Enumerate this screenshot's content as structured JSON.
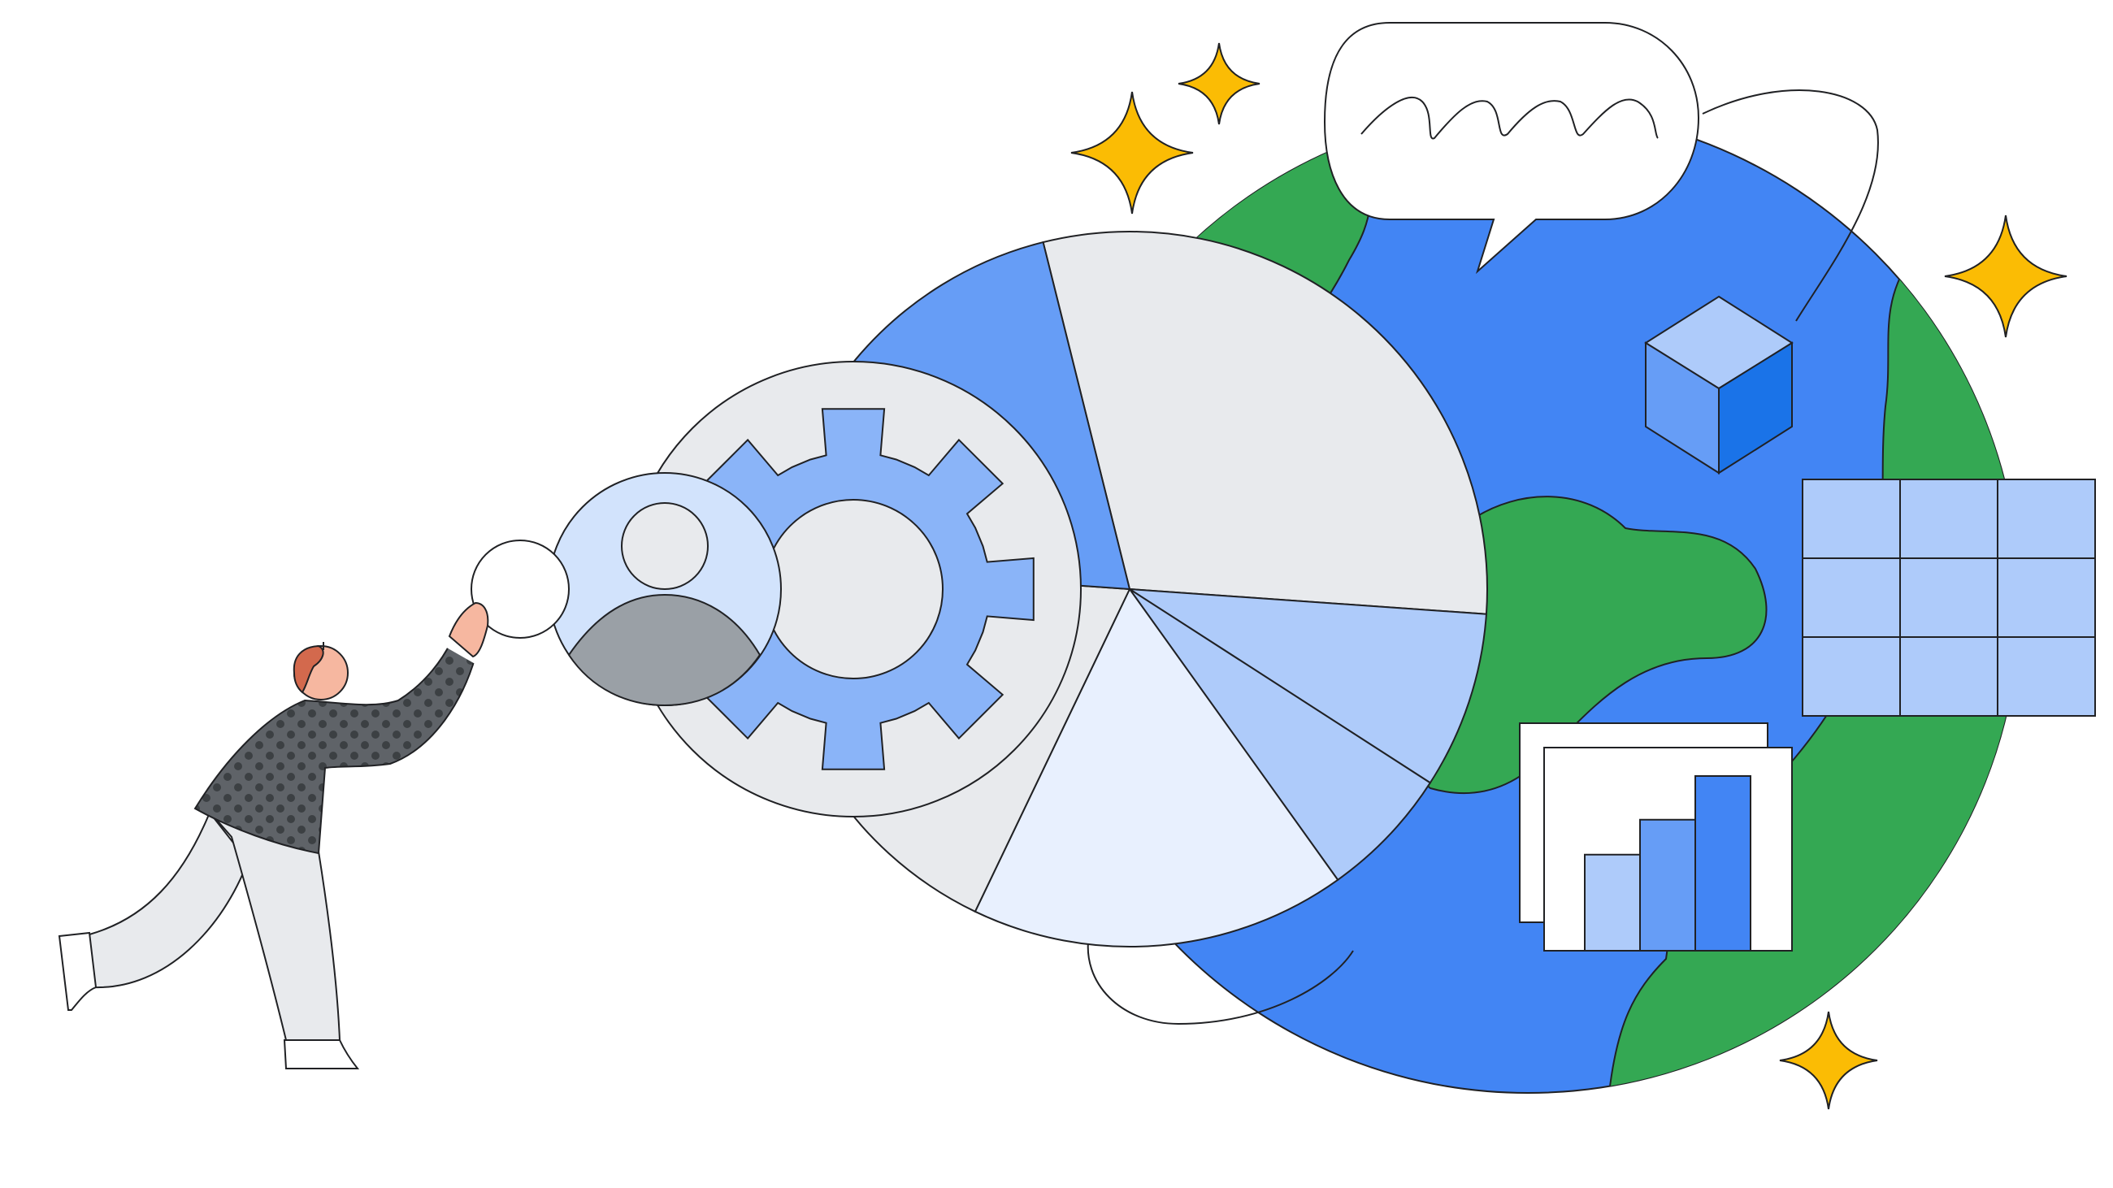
{
  "palette": {
    "outline": "#202124",
    "globe_blue": "#4285f4",
    "land_green": "#34a853",
    "star_yellow": "#fbbc04",
    "pale_blue": "#aecbfa",
    "mid_blue": "#669df6",
    "light_blue": "#8ab4f8",
    "deep_blue": "#1a73e8",
    "very_light_blue": "#e8f0fe",
    "soft_blue": "#d2e3fc",
    "light_gray": "#e8eaed",
    "mid_gray": "#9aa0a6",
    "dark_gray": "#5f6368",
    "skin": "#f6b7a0",
    "hair": "#d3694d",
    "white": "#ffffff"
  },
  "icons": [
    "globe-icon",
    "speech-bubble-icon",
    "sparkle-icon",
    "cube-icon",
    "grid-panel-icon",
    "bar-chart-card-icon",
    "pie-chart-icon",
    "gear-icon",
    "user-avatar-icon",
    "person-figure"
  ],
  "chart_data": {
    "type": "pie",
    "values": [
      30,
      8,
      6,
      17,
      19,
      20
    ],
    "slice_colors": [
      "#e8eaed",
      "#aecbfa",
      "#aecbfa",
      "#e8f0fe",
      "#e8eaed",
      "#669df6"
    ]
  },
  "mini_chart": {
    "type": "bar",
    "values": [
      0.55,
      0.75,
      1.0
    ],
    "colors": [
      "#aecbfa",
      "#669df6",
      "#4285f4"
    ]
  }
}
